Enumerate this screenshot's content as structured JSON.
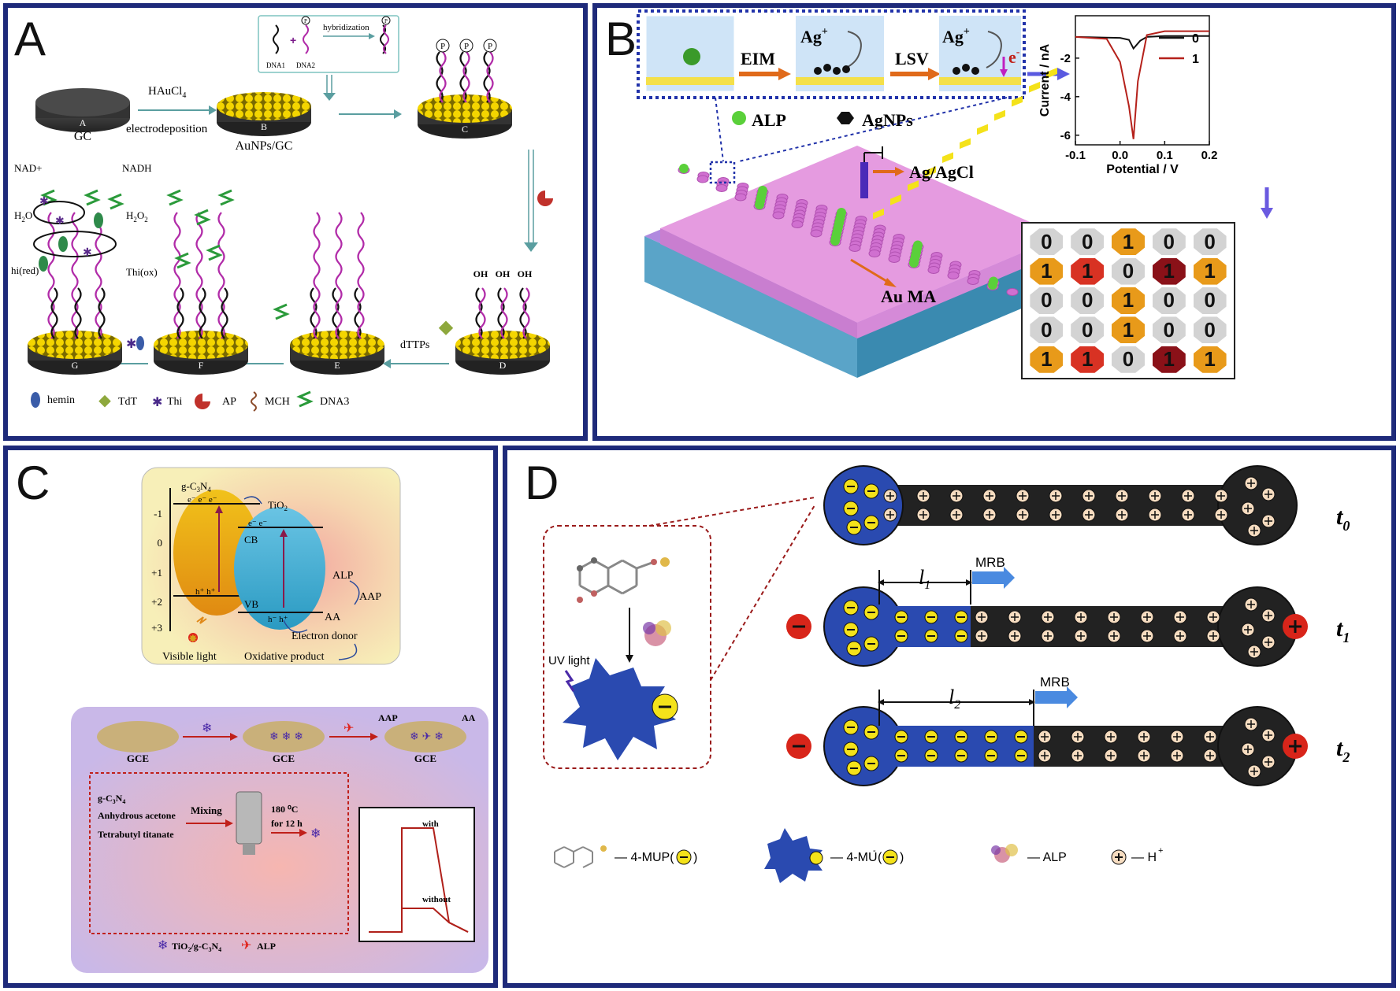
{
  "panelA": {
    "label": "A",
    "steps": {
      "A": "A",
      "B": "B",
      "C": "C",
      "D": "D",
      "E": "E",
      "F": "F",
      "G": "G"
    },
    "gc": "GC",
    "haucl4": "HAuCl",
    "haucl4_sub": "4",
    "electrodeposition": "electrodeposition",
    "aunps_gc": "AuNPs/GC",
    "hybridization": "hybridization",
    "dna1": "DNA1",
    "dna2": "DNA2",
    "p": "P",
    "oh": "OH",
    "dttps": "dTTPs",
    "nad": "NAD+",
    "nadh": "NADH",
    "h2o": "H",
    "h2o_sub": "2",
    "h2o_end": "O",
    "h2o2": "H",
    "h2o2_sub": "2",
    "h2o2_mid": "O",
    "h2o2_sub2": "2",
    "thi_red": "hi(red)",
    "thi_ox": "Thi(ox)",
    "legend": {
      "hemin": "hemin",
      "tdt": "TdT",
      "thi": "Thi",
      "ap": "AP",
      "mch": "MCH",
      "dna3": "DNA3"
    }
  },
  "panelB": {
    "label": "B",
    "eim": "EIM",
    "lsv": "LSV",
    "ag": "Ag",
    "ag_sup": "+",
    "e": "e",
    "e_sup": "-",
    "alp": "ALP",
    "agnps": "AgNPs",
    "ag_agcl": "Ag/AgCl",
    "au_ma": "Au MA",
    "matrix": [
      [
        "0",
        "0",
        "1",
        "0",
        "0"
      ],
      [
        "1",
        "1",
        "0",
        "1",
        "1"
      ],
      [
        "0",
        "0",
        "1",
        "0",
        "0"
      ],
      [
        "0",
        "0",
        "1",
        "0",
        "0"
      ],
      [
        "1",
        "1",
        "0",
        "1",
        "1"
      ]
    ]
  },
  "panelB_chart": {
    "chart_data": {
      "type": "line",
      "xlabel": "Potential / V",
      "ylabel": "Current / nA",
      "xlim": [
        -0.1,
        0.2
      ],
      "ylim": [
        -6.5,
        0.2
      ],
      "xticks": [
        "-0.1",
        "0.0",
        "0.1",
        "0.2"
      ],
      "yticks": [
        "-2",
        "-4",
        "-6"
      ],
      "legend_position": "top-right",
      "series": [
        {
          "name": "0",
          "color": "#111111",
          "x": [
            -0.1,
            0.0,
            0.02,
            0.03,
            0.045,
            0.06,
            0.1,
            0.2
          ],
          "y": [
            -0.9,
            -0.95,
            -1.05,
            -1.5,
            -1.1,
            -0.9,
            -0.85,
            -0.85
          ]
        },
        {
          "name": "1",
          "color": "#b5211b",
          "x": [
            -0.1,
            -0.03,
            0.0,
            0.02,
            0.03,
            0.04,
            0.06,
            0.1,
            0.2
          ],
          "y": [
            -0.9,
            -1.0,
            -2.2,
            -4.5,
            -6.2,
            -3.2,
            -0.8,
            -0.6,
            -0.6
          ]
        }
      ]
    }
  },
  "panelC": {
    "label": "C",
    "gc3n4": "g-C",
    "gc3n4_sub": "3",
    "gc3n4_end": "N",
    "gc3n4_sub2": "4",
    "tio2": "TiO",
    "tio2_sub": "2",
    "yticks": [
      "-1",
      "0",
      "+1",
      "+2",
      "+3"
    ],
    "cb": "CB",
    "vb": "VB",
    "e": "e",
    "h": "h",
    "alp": "ALP",
    "aap": "AAP",
    "aa": "AA",
    "electron_donor": "Electron donor",
    "oxidative_product": "Oxidative product",
    "visible_light": "Visible light",
    "gce": "GCE",
    "aap2": "AAP",
    "aa2": "AA",
    "mix1": "g-C",
    "mix1_sub": "3",
    "mix1_end": "N",
    "mix1_sub2": "4",
    "mix2": "Anhydrous acetone",
    "mix3": "Tetrabutyl titanate",
    "mixing": "Mixing",
    "temp": "180 ⁰C",
    "time": "for 12 h",
    "with": "with",
    "without": "without",
    "legend_composite": "TiO",
    "legend_composite_sub": "2",
    "legend_composite_end": "/g-C",
    "legend_composite_sub2": "3",
    "legend_composite_end2": "N",
    "legend_composite_sub3": "4",
    "legend_alp": "ALP"
  },
  "panelD": {
    "label": "D",
    "uv_light": "UV light",
    "mrb": "MRB",
    "l1": "l",
    "l1_sub": "1",
    "l2": "l",
    "l2_sub": "2",
    "t0": "t",
    "t0_sub": "0",
    "t1": "t",
    "t1_sub": "1",
    "t2": "t",
    "t2_sub": "2",
    "legend": {
      "mup": "— 4-MUP(",
      "mup_end": ")",
      "mu": "— 4-MU",
      "mu_sup": "-",
      "mu_end": "(",
      "mu_end2": ")",
      "alp": "— ALP",
      "h": "— H",
      "h_sup": "+"
    }
  }
}
